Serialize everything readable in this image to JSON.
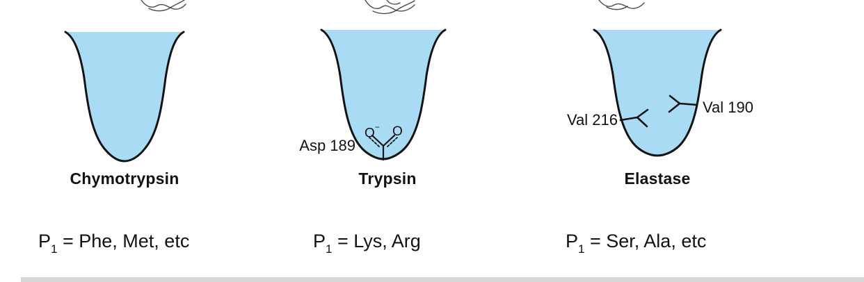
{
  "figure": {
    "pocket_fill": "#a9dcf4",
    "panels": [
      {
        "enzyme": "Chymotrypsin",
        "p1_symbol": "P",
        "p1_subscript": "1",
        "p1_rest": " = Phe, Met, etc"
      },
      {
        "enzyme": "Trypsin",
        "p1_symbol": "P",
        "p1_subscript": "1",
        "p1_rest": " = Lys, Arg",
        "asp_label": "Asp 189",
        "left_oxygen": "O",
        "charge": "−",
        "right_oxygen": "O"
      },
      {
        "enzyme": "Elastase",
        "p1_symbol": "P",
        "p1_subscript": "1",
        "p1_rest": " = Ser, Ala, etc",
        "val_left_label": "Val 216",
        "val_right_label": "Val 190"
      }
    ]
  }
}
